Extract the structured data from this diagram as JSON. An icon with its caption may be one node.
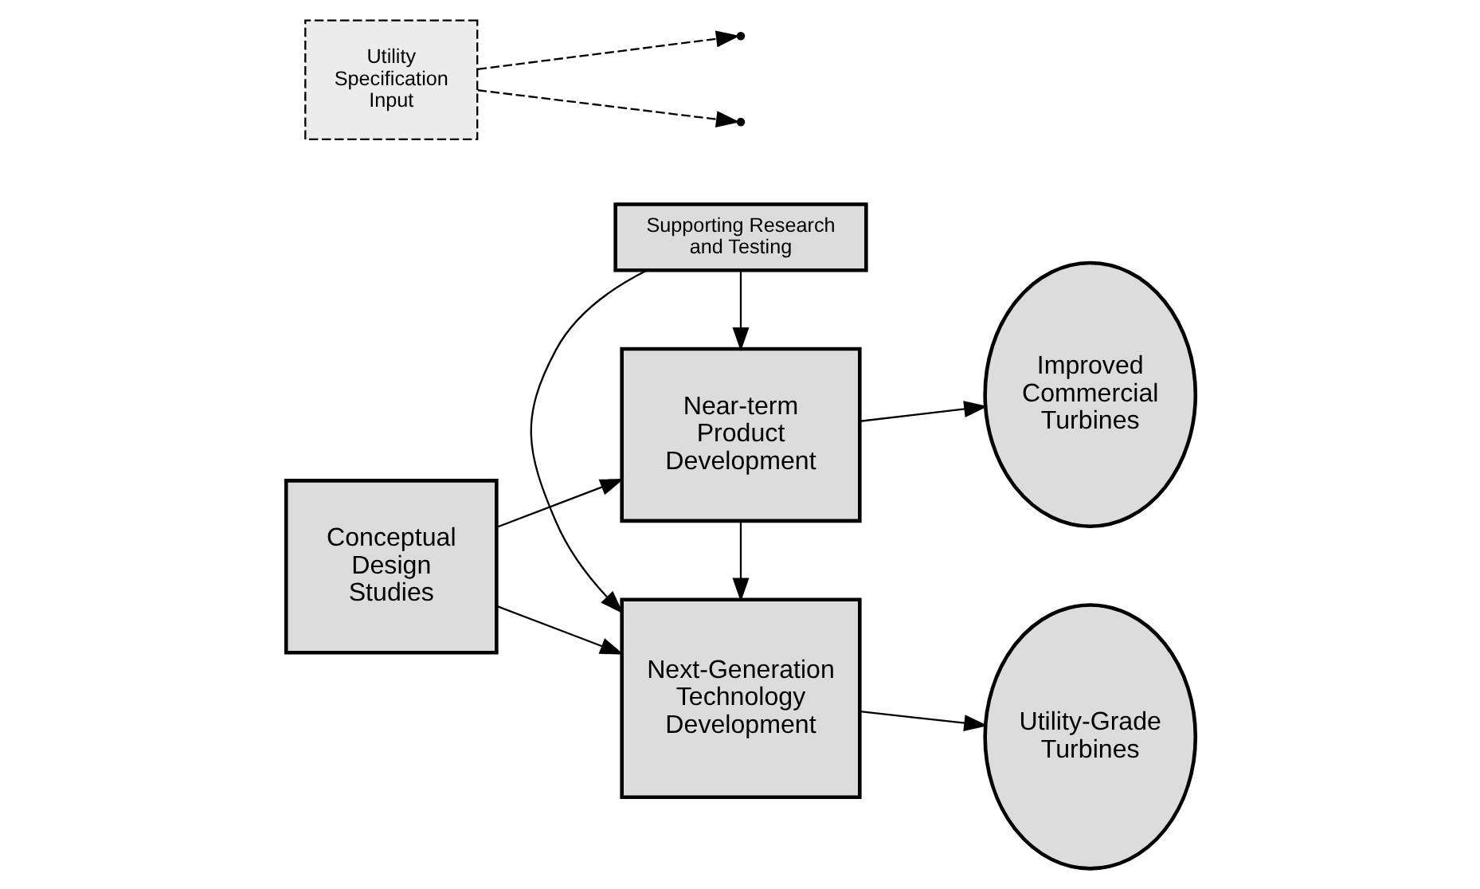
{
  "diagram": {
    "nodes": [
      {
        "text": [
          "Conceptual Design Studies"
        ]
      },
      {
        "text": [
          "Utility Specification Input"
        ]
      },
      {
        "text": [
          "Near-term Product Development"
        ]
      },
      {
        "text": [
          "Supporting Research and Testing"
        ]
      },
      {
        "text": [
          "Next-Generation Technology Development"
        ]
      },
      {
        "text": [
          "Improved Commercial Turbines"
        ]
      },
      {
        "text": [
          "Utility-Grade Turbines"
        ]
      }
    ],
    "edges": [
      {
        "from": 0,
        "to": 2,
        "arrow": "to"
      },
      {
        "from": 0,
        "to": 4,
        "arrow": "to"
      },
      {
        "from": 1,
        "to": null,
        "arrow": "to",
        "style": "dashed"
      },
      {
        "from": 1,
        "to": null,
        "arrow": "to",
        "style": "dashed"
      },
      {
        "from": 2,
        "to": 4,
        "arrow": "to"
      },
      {
        "from": 3,
        "to": 2,
        "arrow": "to"
      },
      {
        "from": 3,
        "to": 4,
        "arrow": "to"
      },
      {
        "from": 2,
        "to": 5,
        "arrow": "to"
      },
      {
        "from": 4,
        "to": 6,
        "arrow": "to"
      }
    ]
  }
}
